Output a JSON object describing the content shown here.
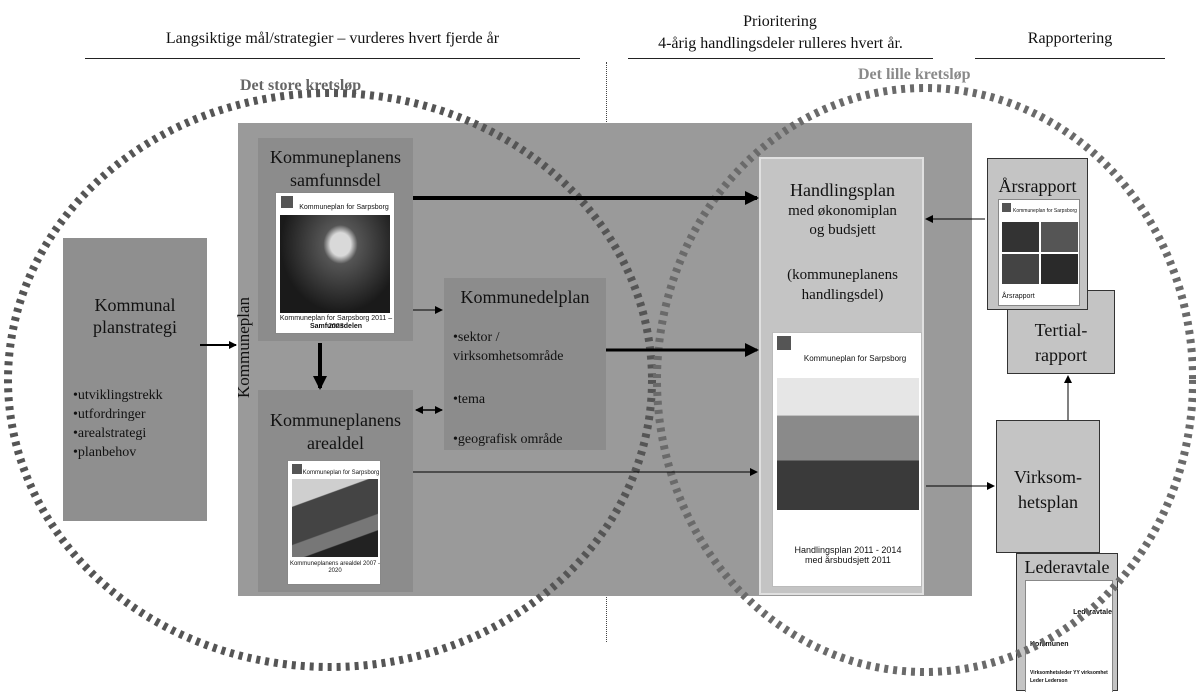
{
  "headers": {
    "left": "Langsiktige mål/strategier – vurderes hvert fjerde år",
    "middle_line1": "Prioritering",
    "middle_line2": "4-årig handlingsdeler rulleres hvert  år.",
    "right": "Rapportering"
  },
  "circles": {
    "big_label": "Det store kretsløp",
    "small_label": "Det lille kretsløp"
  },
  "colors": {
    "panel": "#9a9a9a",
    "box_dark": "#8c8c8c",
    "box_light": "#c4c4c4",
    "circle_dots": "#555555"
  },
  "planstrategi": {
    "title_line1": "Kommunal",
    "title_line2": "planstrategi",
    "bullets": [
      "•utviklingstrekk",
      "•utfordringer",
      "•arealstrategi",
      "•planbehov"
    ]
  },
  "kommuneplan_label": "Kommuneplan",
  "samfunnsdel": {
    "title_line1": "Kommuneplanens",
    "title_line2": "samfunnsdel",
    "doc_header": "Kommuneplan for Sarpsborg",
    "doc_caption1": "Kommuneplan for Sarpsborg 2011 – 2023",
    "doc_caption2": "Samfunnsdelen"
  },
  "arealdel": {
    "title_line1": "Kommuneplanens",
    "title_line2": "arealdel",
    "doc_header": "Kommuneplan for Sarpsborg",
    "doc_caption": "Kommuneplanens arealdel 2007 - 2020"
  },
  "kommunedelplan": {
    "title": "Kommunedelplan",
    "item1_line1": "•sektor /",
    "item1_line2": "virksomhetsområde",
    "item2": "•tema",
    "item3": "•geografisk område"
  },
  "handlingsplan": {
    "title": "Handlingsplan",
    "line2": "med økonomiplan",
    "line3": "og budsjett",
    "line4": "(kommuneplanens",
    "line5": "handlingsdel)",
    "doc_header": "Kommuneplan for Sarpsborg",
    "doc_caption1": "Handlingsplan 2011 - 2014",
    "doc_caption2": "med årsbudsjett 2011"
  },
  "arsrapport": {
    "title": "Årsrapport",
    "doc_header": "Kommuneplan for Sarpsborg",
    "doc_caption": "Årsrapport"
  },
  "tertial": {
    "line1": "Tertial-",
    "line2": "rapport"
  },
  "virksomhetsplan": {
    "line1": "Virksom-",
    "line2": "hetsplan"
  },
  "lederavtale": {
    "title": "Lederavtale",
    "doc_line1": "Lederavtale",
    "doc_line2": "Kommunen",
    "doc_line3": "Virksomhetsleder YY virksomhet",
    "doc_line4": "Leder Lederson"
  }
}
